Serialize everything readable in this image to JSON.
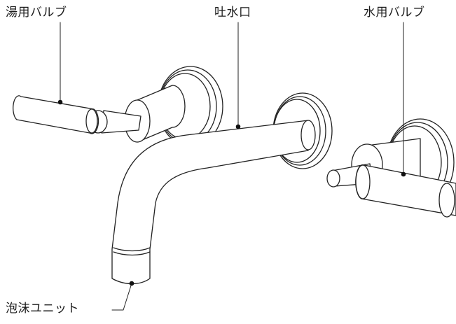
{
  "labels": {
    "hot_valve": "湯用バルブ",
    "spout": "吐水口",
    "cold_valve": "水用バルブ",
    "aerator_unit": "泡沫ユニット"
  },
  "colors": {
    "line": "#222222",
    "background": "#ffffff"
  }
}
